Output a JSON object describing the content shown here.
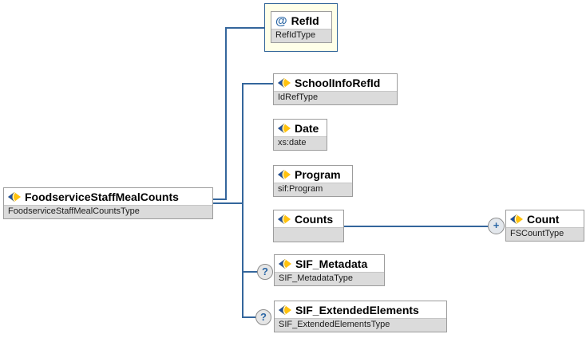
{
  "diagram": {
    "root": {
      "name": "FoodserviceStaffMealCounts",
      "type": "FoodserviceStaffMealCountsType"
    },
    "attribute": {
      "name": "RefId",
      "type": "RefIdType"
    },
    "children": [
      {
        "name": "SchoolInfoRefId",
        "type": "IdRefType"
      },
      {
        "name": "Date",
        "type": "xs:date"
      },
      {
        "name": "Program",
        "type": "sif:Program"
      },
      {
        "name": "Counts",
        "type": ""
      },
      {
        "name": "SIF_Metadata",
        "type": "SIF_MetadataType"
      },
      {
        "name": "SIF_ExtendedElements",
        "type": "SIF_ExtendedElementsType"
      }
    ],
    "grandchild": {
      "name": "Count",
      "type": "FSCountType"
    },
    "glyphs": {
      "attribute": "@",
      "optional": "?",
      "expand": "+"
    },
    "colors": {
      "connector_line": "#34669C",
      "box_border": "#9C9C9C",
      "subtitle_band": "#DBDBDB",
      "attribute_container_bg": "#FFFFE8",
      "attribute_container_border": "#336699",
      "icon_blue": "#1F4FA0",
      "icon_yellow": "#FFC20E",
      "glyph_blue": "#2A66A5"
    }
  }
}
